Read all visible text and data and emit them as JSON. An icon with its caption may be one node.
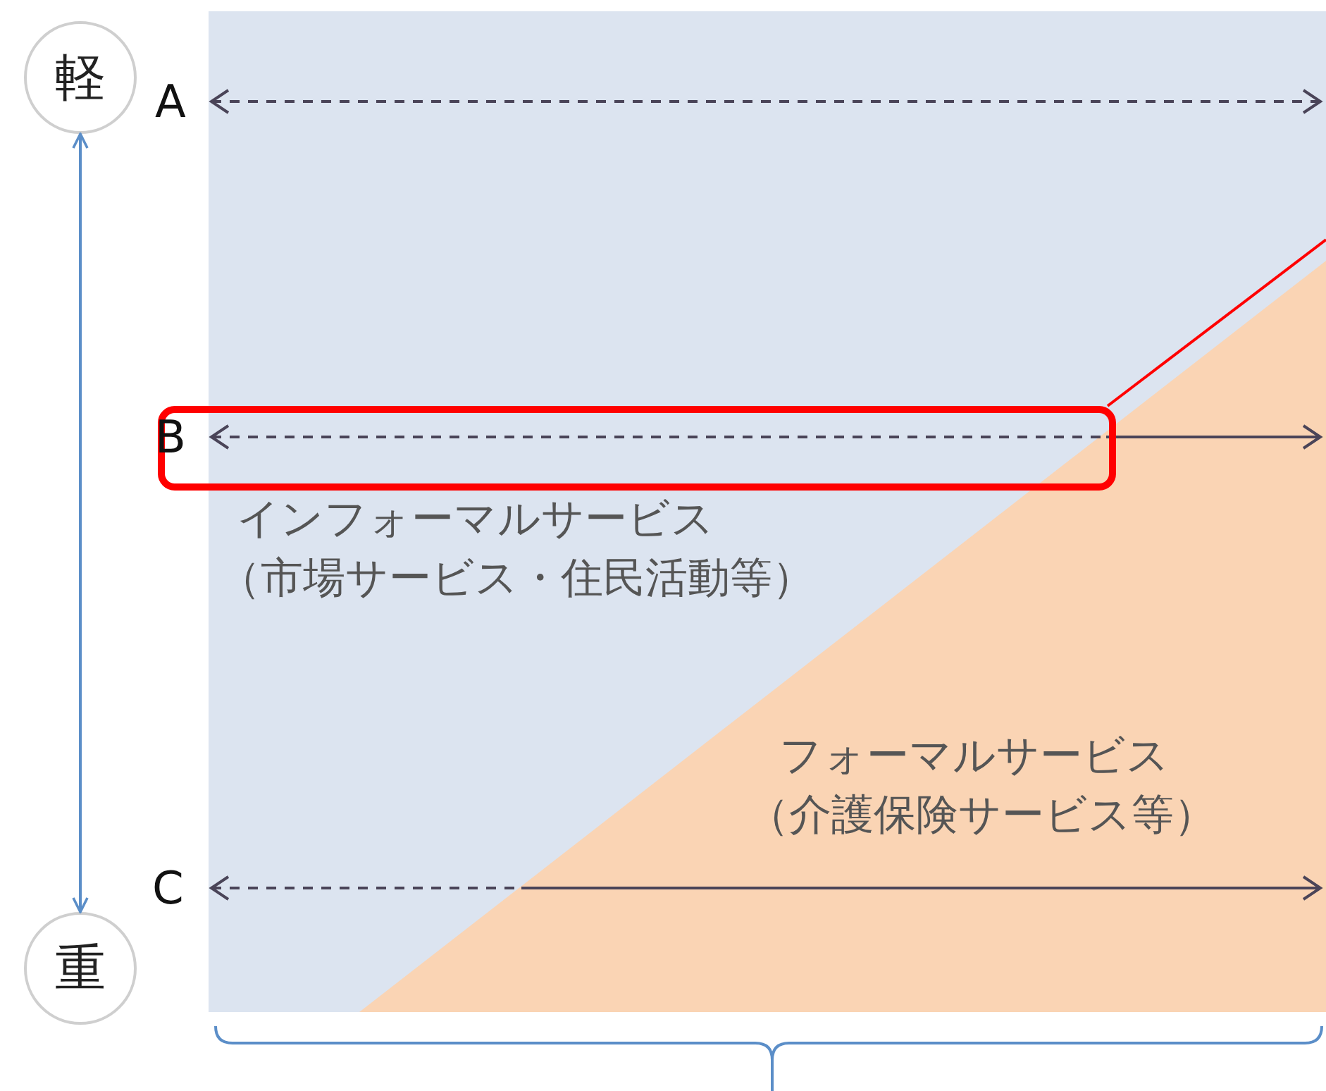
{
  "diagram": {
    "nodes": [
      {
        "text": [
          "軽"
        ]
      },
      {
        "text": [
          "重"
        ]
      },
      {
        "text": [],
        "shape": "box"
      }
    ],
    "edges": [
      {
        "from": 0,
        "to": 1,
        "arrow": "both",
        "color": "#5b8ec8"
      },
      {
        "from": 2,
        "to": null,
        "arrow": "none",
        "color": "#ff0000"
      }
    ],
    "labels": [
      "A",
      "B",
      "インフォーマルサービス",
      "（市場サービス・住民活動等）",
      "フォーマルサービス",
      "（介護保険サービス等）",
      "C"
    ]
  }
}
